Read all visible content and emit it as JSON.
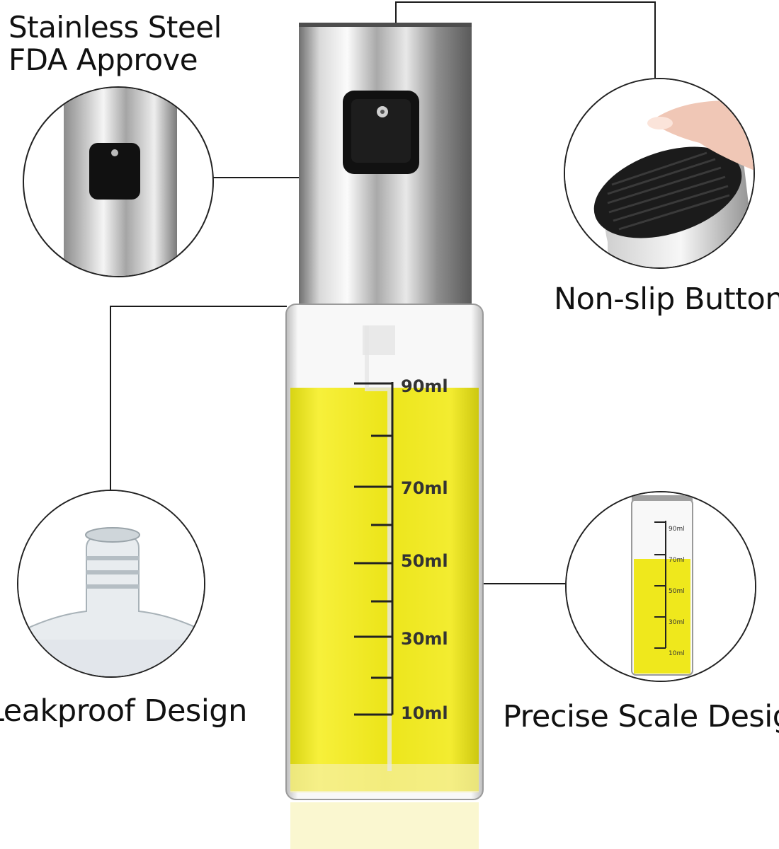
{
  "labels": {
    "stainless_line1": "Stainless Steel",
    "stainless_line2": "FDA Approve",
    "non_slip": "Non-slip Button",
    "leakproof": "Leakproof Design",
    "precise_scale": "Precise Scale Design"
  },
  "scale_marks": [
    "90ml",
    "70ml",
    "50ml",
    "30ml",
    "10ml"
  ],
  "mini_scale_marks": [
    "90ml",
    "70ml",
    "50ml",
    "30ml",
    "10ml"
  ],
  "colors": {
    "oil": "#efe81c",
    "steel_light": "#f2f2f2",
    "steel_dark": "#7d7d7d",
    "outline": "#222222"
  }
}
